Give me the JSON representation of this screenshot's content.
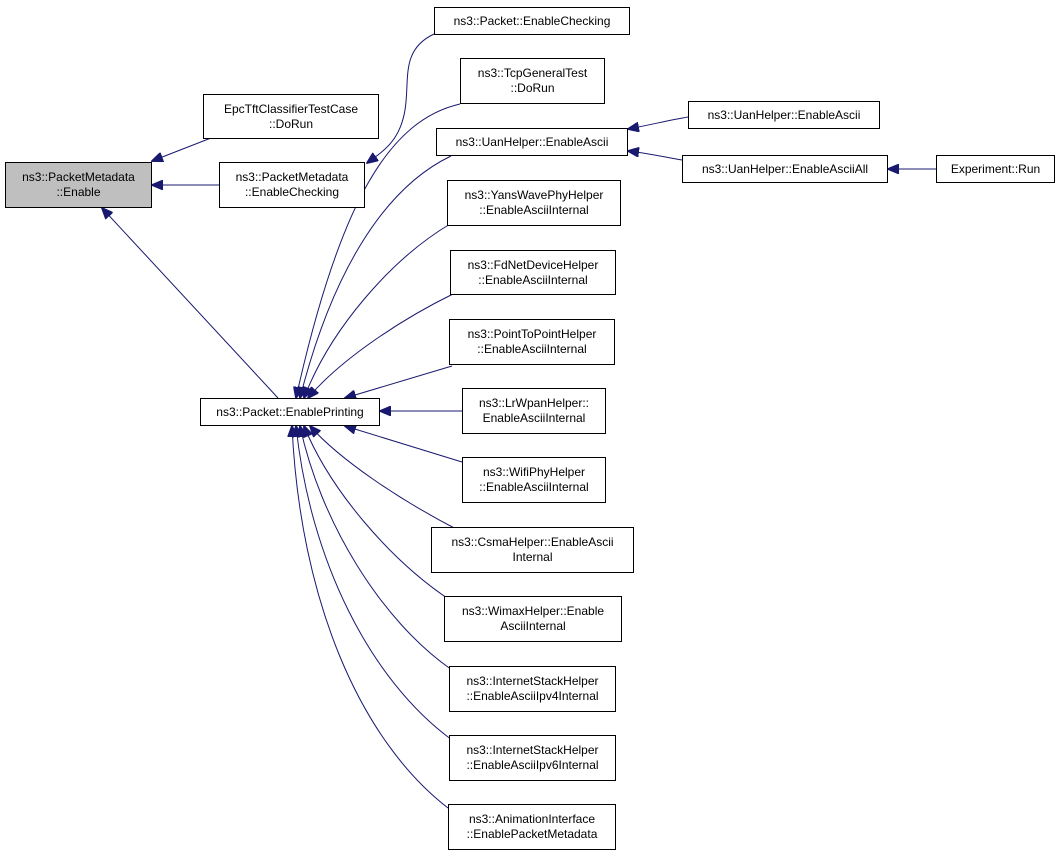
{
  "colors": {
    "edge": "#191970",
    "node_border": "#000000",
    "node_fill": "#ffffff",
    "current_fill": "#bfbfbf"
  },
  "nodes": {
    "packetmetadata_enable": [
      "ns3::PacketMetadata",
      "::Enable"
    ],
    "epc_dorun": [
      "EpcTftClassifierTestCase",
      "::DoRun"
    ],
    "pm_enablechecking": [
      "ns3::PacketMetadata",
      "::EnableChecking"
    ],
    "packet_enableprinting": [
      "ns3::Packet::EnablePrinting"
    ],
    "packet_enablechecking": [
      "ns3::Packet::EnableChecking"
    ],
    "tcpgeneraltest_dorun": [
      "ns3::TcpGeneralTest",
      "::DoRun"
    ],
    "uan_enableascii": [
      "ns3::UanHelper::EnableAscii"
    ],
    "yans_enableasciiinternal": [
      "ns3::YansWavePhyHelper",
      "::EnableAsciiInternal"
    ],
    "fdnet_enableasciiinternal": [
      "ns3::FdNetDeviceHelper",
      "::EnableAsciiInternal"
    ],
    "p2p_enableasciiinternal": [
      "ns3::PointToPointHelper",
      "::EnableAsciiInternal"
    ],
    "lrwpan_enableasciiinternal": [
      "ns3::LrWpanHelper::",
      "EnableAsciiInternal"
    ],
    "wifiphy_enableasciiinternal": [
      "ns3::WifiPhyHelper",
      "::EnableAsciiInternal"
    ],
    "csma_enableasciiinternal": [
      "ns3::CsmaHelper::EnableAscii",
      "Internal"
    ],
    "wimax_enableasciiinternal": [
      "ns3::WimaxHelper::Enable",
      "AsciiInternal"
    ],
    "internet_enableasciiipv4": [
      "ns3::InternetStackHelper",
      "::EnableAsciiIpv4Internal"
    ],
    "internet_enableasciiipv6": [
      "ns3::InternetStackHelper",
      "::EnableAsciiIpv6Internal"
    ],
    "animation_enablepacketmetadata": [
      "ns3::AnimationInterface",
      "::EnablePacketMetadata"
    ],
    "uan_enableascii_2": [
      "ns3::UanHelper::EnableAscii"
    ],
    "uan_enableasciiall": [
      "ns3::UanHelper::EnableAsciiAll"
    ],
    "experiment_run": [
      "Experiment::Run"
    ]
  }
}
